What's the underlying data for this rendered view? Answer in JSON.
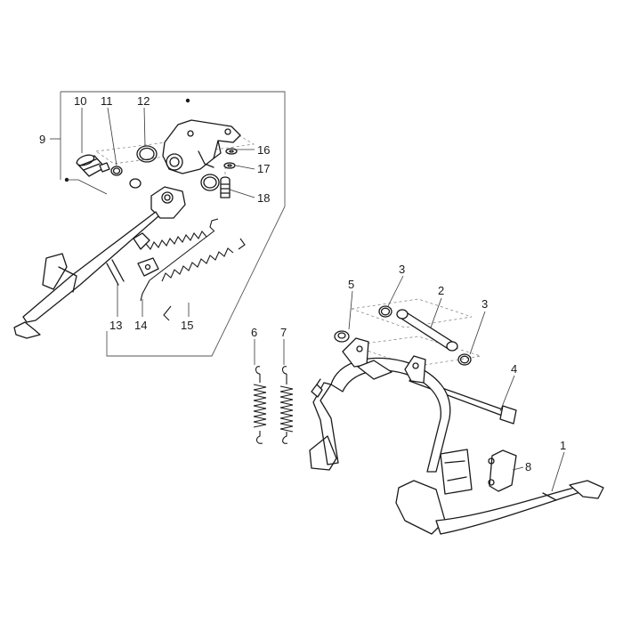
{
  "callouts": [
    {
      "id": "1",
      "label": "1"
    },
    {
      "id": "2",
      "label": "2"
    },
    {
      "id": "3a",
      "label": "3"
    },
    {
      "id": "3b",
      "label": "3"
    },
    {
      "id": "4",
      "label": "4"
    },
    {
      "id": "5",
      "label": "5"
    },
    {
      "id": "6",
      "label": "6"
    },
    {
      "id": "7",
      "label": "7"
    },
    {
      "id": "8",
      "label": "8"
    },
    {
      "id": "9",
      "label": "9"
    },
    {
      "id": "10",
      "label": "10"
    },
    {
      "id": "11",
      "label": "11"
    },
    {
      "id": "12",
      "label": "12"
    },
    {
      "id": "13",
      "label": "13"
    },
    {
      "id": "14",
      "label": "14"
    },
    {
      "id": "15",
      "label": "15"
    },
    {
      "id": "16",
      "label": "16"
    },
    {
      "id": "17",
      "label": "17"
    },
    {
      "id": "18",
      "label": "18"
    }
  ]
}
